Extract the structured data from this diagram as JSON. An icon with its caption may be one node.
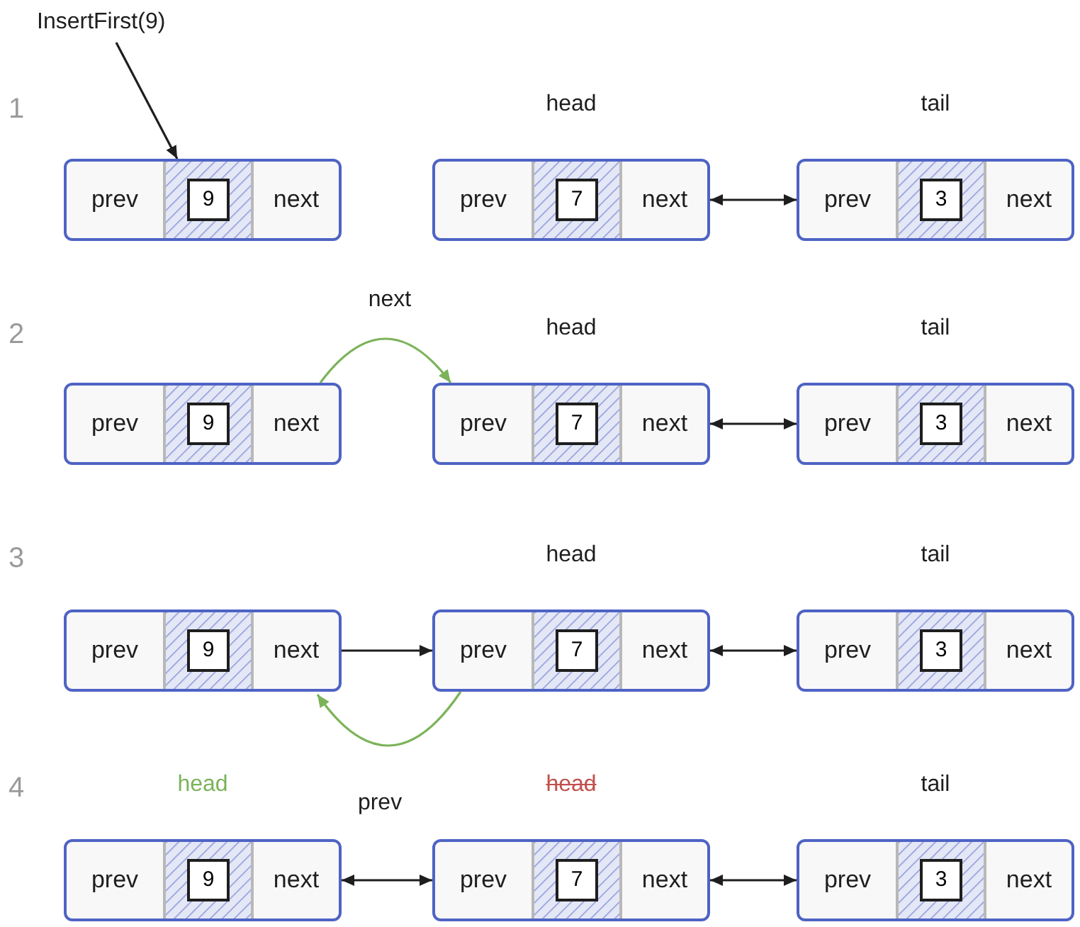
{
  "diagram": {
    "nodes": [
      {
        "text": [
          "InsertFirst(9)"
        ]
      },
      {
        "text": [
          "prev",
          "9",
          "next"
        ]
      },
      {
        "text": [
          "prev",
          "7",
          "next"
        ],
        "beside": [
          "head"
        ]
      },
      {
        "text": [
          "prev",
          "3",
          "next"
        ],
        "beside": [
          "tail"
        ]
      },
      {
        "text": [
          "prev",
          "9",
          "next"
        ]
      },
      {
        "text": [
          "prev",
          "7",
          "next"
        ],
        "beside": [
          "head"
        ]
      },
      {
        "text": [
          "prev",
          "3",
          "next"
        ],
        "beside": [
          "tail"
        ]
      },
      {
        "text": [
          "prev",
          "9",
          "next"
        ]
      },
      {
        "text": [
          "prev",
          "7",
          "next"
        ],
        "beside": [
          "head"
        ]
      },
      {
        "text": [
          "prev",
          "3",
          "next"
        ],
        "beside": [
          "tail"
        ]
      },
      {
        "text": [
          "prev",
          "9",
          "next"
        ],
        "beside": [
          "head"
        ]
      },
      {
        "text": [
          "prev",
          "7",
          "next"
        ],
        "beside": [
          "head"
        ]
      },
      {
        "text": [
          "prev",
          "3",
          "next"
        ],
        "beside": [
          "tail"
        ]
      }
    ],
    "edges": [
      {
        "from": 0,
        "to": 1,
        "arrow": "to"
      },
      {
        "from": 2,
        "to": 3,
        "arrow": "both"
      },
      {
        "from": 4,
        "to": 5,
        "arrow": "to",
        "label": "next",
        "color": "#7cb35a"
      },
      {
        "from": 5,
        "to": 6,
        "arrow": "both"
      },
      {
        "from": 7,
        "to": 8,
        "arrow": "to"
      },
      {
        "from": 8,
        "to": 9,
        "arrow": "both"
      },
      {
        "from": 8,
        "to": 7,
        "arrow": "to",
        "label": "prev",
        "color": "#7cb35a"
      },
      {
        "from": 10,
        "to": 11,
        "arrow": "both"
      },
      {
        "from": 11,
        "to": 12,
        "arrow": "both"
      }
    ],
    "labels": [
      "1",
      "2",
      "3",
      "4"
    ]
  }
}
